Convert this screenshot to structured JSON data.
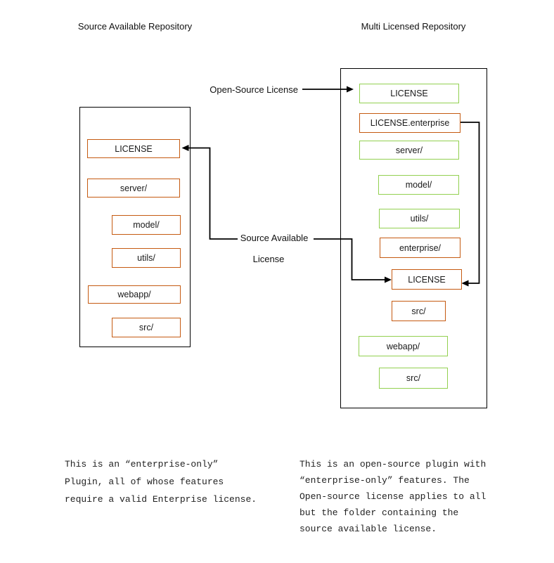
{
  "diagram": {
    "left_repo": {
      "title": "Source Available Repository",
      "items": [
        {
          "label": "LICENSE",
          "license": "source-available"
        },
        {
          "label": "server/",
          "license": "source-available"
        },
        {
          "label": "model/",
          "license": "source-available"
        },
        {
          "label": "utils/",
          "license": "source-available"
        },
        {
          "label": "webapp/",
          "license": "source-available"
        },
        {
          "label": "src/",
          "license": "source-available"
        }
      ]
    },
    "right_repo": {
      "title": "Multi Licensed Repository",
      "items": [
        {
          "label": "LICENSE",
          "license": "open-source"
        },
        {
          "label": "LICENSE.enterprise",
          "license": "source-available"
        },
        {
          "label": "server/",
          "license": "open-source"
        },
        {
          "label": "model/",
          "license": "open-source"
        },
        {
          "label": "utils/",
          "license": "open-source"
        },
        {
          "label": "enterprise/",
          "license": "source-available"
        },
        {
          "label": "LICENSE",
          "license": "source-available"
        },
        {
          "label": "src/",
          "license": "source-available"
        },
        {
          "label": "webapp/",
          "license": "open-source"
        },
        {
          "label": "src/",
          "license": "open-source"
        }
      ]
    },
    "connector_labels": {
      "open_source": "Open-Source License",
      "source_available_line1": "Source Available",
      "source_available_line2": "License"
    },
    "colors": {
      "open_source_border": "#92D050",
      "source_available_border": "#C55A11",
      "line": "#000000"
    }
  },
  "notes": {
    "left": {
      "line1": "This is an “enterprise-only”",
      "line2": "Plugin, all of whose features",
      "line3": "require a valid Enterprise license."
    },
    "right": {
      "line1": "This is an open-source plugin with",
      "line2": "“enterprise-only” features. The",
      "line3": "Open-source license applies to all",
      "line4": "but the folder containing the",
      "line5": "source available license."
    }
  }
}
